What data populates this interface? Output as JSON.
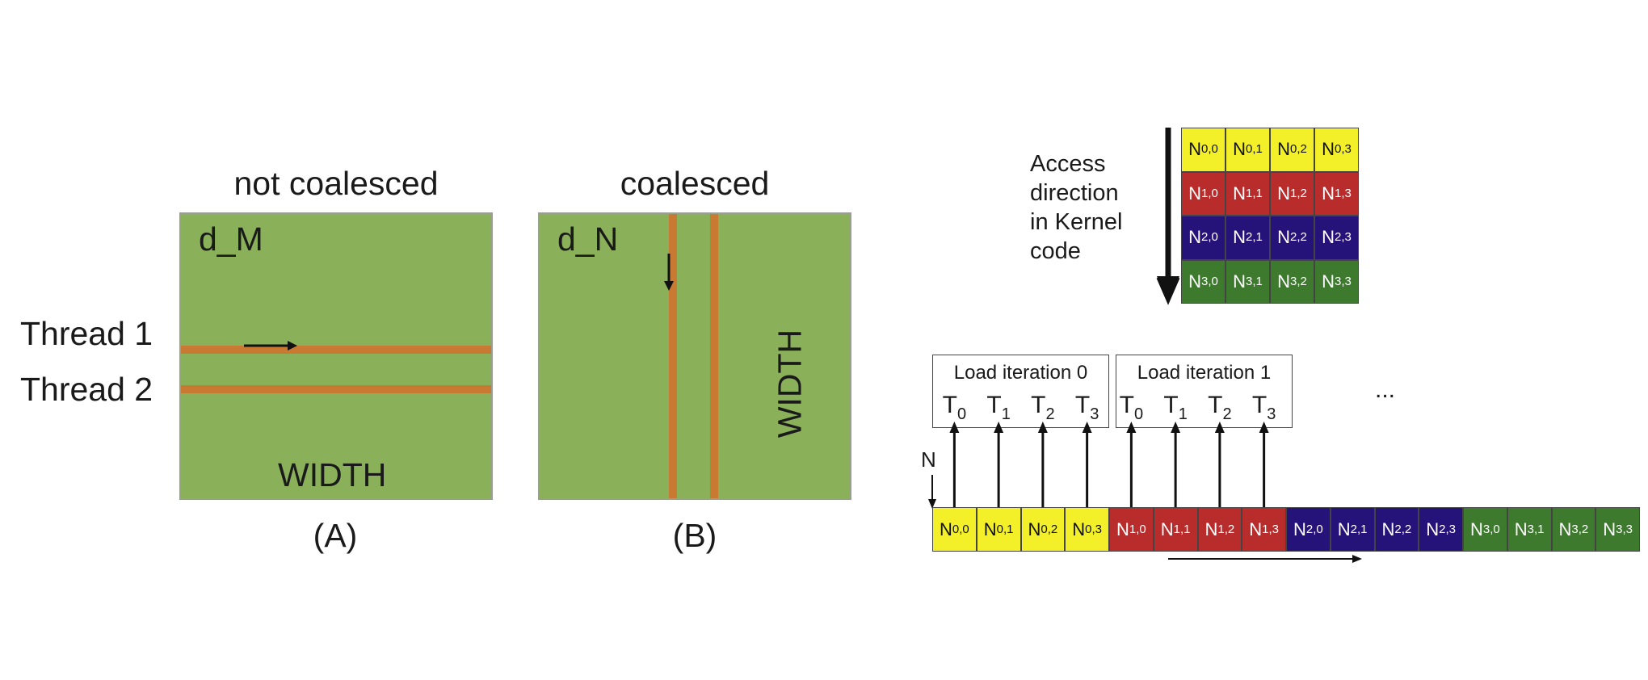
{
  "panel_a": {
    "title": "not coalesced",
    "matrix_label": "d_M",
    "width_label": "WIDTH",
    "thread_labels": [
      "Thread 1",
      "Thread 2"
    ],
    "caption": "(A)"
  },
  "panel_b": {
    "title": "coalesced",
    "matrix_label": "d_N",
    "width_label": "WIDTH",
    "caption": "(B)"
  },
  "panel_c": {
    "access_direction_lines": [
      "Access",
      "direction",
      "in Kernel",
      "code"
    ],
    "grid_rows": [
      {
        "color": "yellow",
        "cells": [
          [
            "N",
            "0,0"
          ],
          [
            "N",
            "0,1"
          ],
          [
            "N",
            "0,2"
          ],
          [
            "N",
            "0,3"
          ]
        ]
      },
      {
        "color": "red",
        "cells": [
          [
            "N",
            "1,0"
          ],
          [
            "N",
            " 1,1"
          ],
          [
            "N",
            " 1,2"
          ],
          [
            "N",
            " 1,3"
          ]
        ]
      },
      {
        "color": "blue",
        "cells": [
          [
            "N",
            "2,0"
          ],
          [
            "N",
            "2,1"
          ],
          [
            "N",
            "2,2"
          ],
          [
            "N",
            "2,3"
          ]
        ]
      },
      {
        "color": "green",
        "cells": [
          [
            "N",
            "3,0"
          ],
          [
            "N",
            "3,1"
          ],
          [
            "N",
            "3,2"
          ],
          [
            "N",
            "3,3"
          ]
        ]
      }
    ],
    "load_iterations": [
      {
        "title": "Load iteration 0",
        "threads": [
          [
            "T",
            "0"
          ],
          [
            "T",
            "1"
          ],
          [
            "T",
            "2"
          ],
          [
            "T",
            "3"
          ]
        ]
      },
      {
        "title": "Load iteration 1",
        "threads": [
          [
            "T",
            "0"
          ],
          [
            "T",
            "1"
          ],
          [
            "T",
            "2"
          ],
          [
            "T",
            "3"
          ]
        ]
      }
    ],
    "ellipsis": "...",
    "n_label": "N",
    "linear_cells": [
      {
        "color": "yellow",
        "label": [
          "N",
          "0,0"
        ]
      },
      {
        "color": "yellow",
        "label": [
          "N",
          "0,1"
        ]
      },
      {
        "color": "yellow",
        "label": [
          "N",
          "0,2"
        ]
      },
      {
        "color": "yellow",
        "label": [
          "N",
          "0,3"
        ]
      },
      {
        "color": "red",
        "label": [
          "N",
          "1,0"
        ]
      },
      {
        "color": "red",
        "label": [
          "N",
          "1,1"
        ]
      },
      {
        "color": "red",
        "label": [
          "N",
          "1,2"
        ]
      },
      {
        "color": "red",
        "label": [
          "N",
          "1,3"
        ]
      },
      {
        "color": "blue",
        "label": [
          "N",
          "2,0"
        ]
      },
      {
        "color": "blue",
        "label": [
          "N",
          "2,1"
        ]
      },
      {
        "color": "blue",
        "label": [
          "N",
          "2,2"
        ]
      },
      {
        "color": "blue",
        "label": [
          "N",
          "2,3"
        ]
      },
      {
        "color": "green",
        "label": [
          "N",
          "3,0"
        ]
      },
      {
        "color": "green",
        "label": [
          "N",
          "3,1"
        ]
      },
      {
        "color": "green",
        "label": [
          "N",
          "3,2"
        ]
      },
      {
        "color": "green",
        "label": [
          "N",
          "3,3"
        ]
      }
    ]
  },
  "colors": {
    "matrix_green": "#8ab15a",
    "stripe_orange": "#c87a32",
    "cell_yellow": "#f3f029",
    "cell_red": "#b92c2c",
    "cell_blue": "#25137a",
    "cell_green": "#3d7a2e"
  }
}
